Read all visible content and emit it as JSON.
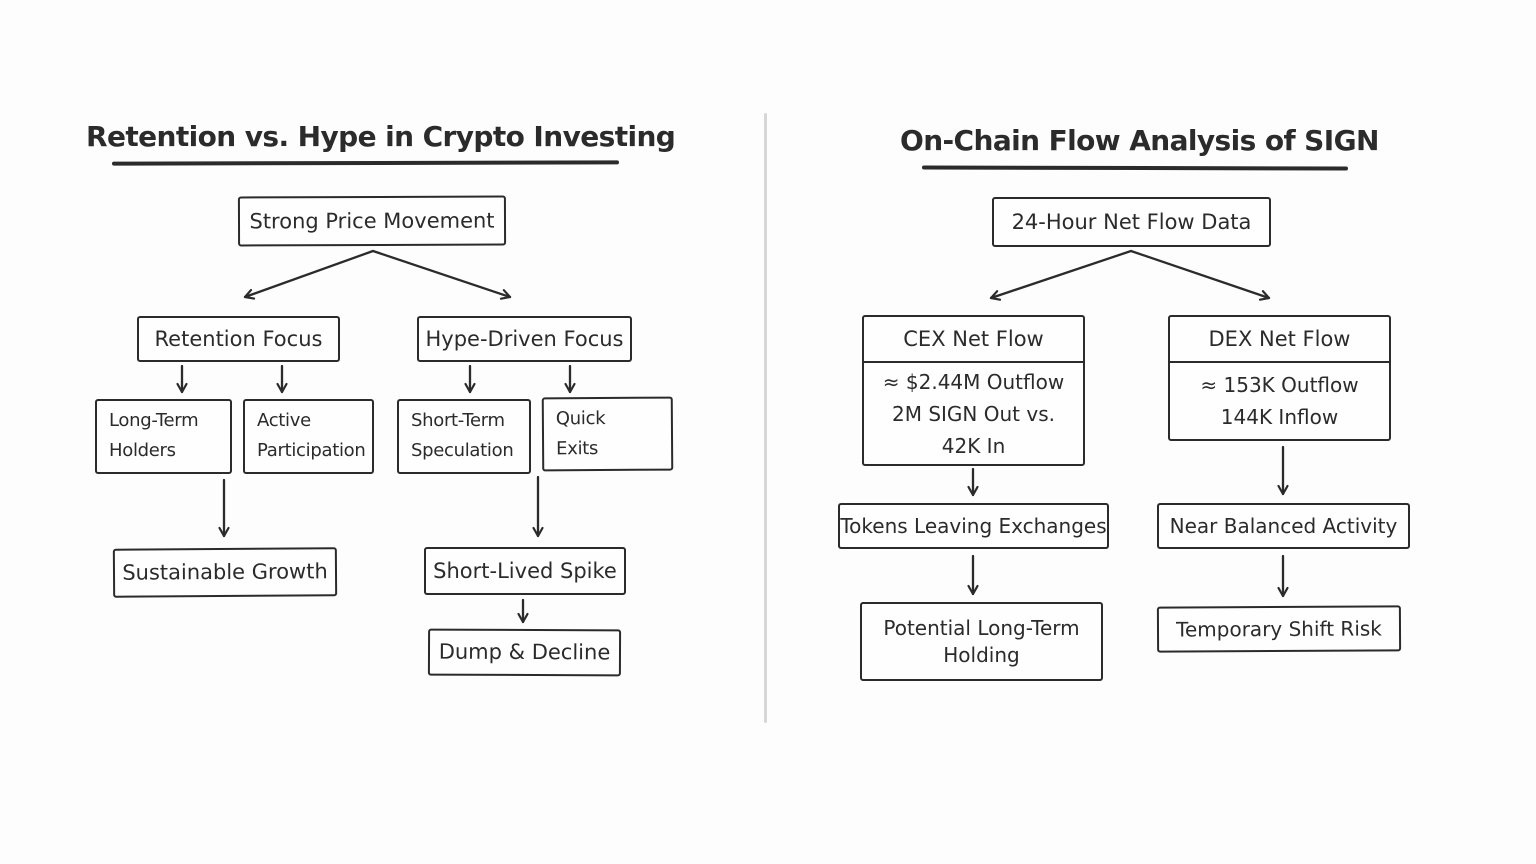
{
  "colors": {
    "ink": "#2b2b2b",
    "background": "#fdfdfd",
    "divider": "#d6d6d6"
  },
  "left_diagram": {
    "title": "Retention vs. Hype in Crypto Investing",
    "nodes": {
      "root": "Strong Price Movement",
      "retention": "Retention Focus",
      "hype": "Hype-Driven Focus",
      "long_term": "Long-Term\nHolders",
      "active": "Active\nParticipation",
      "speculation": "Short-Term\nSpeculation",
      "quick": "Quick\nExits",
      "growth": "Sustainable Growth",
      "spike": "Short-Lived Spike",
      "dump": "Dump & Decline"
    }
  },
  "right_diagram": {
    "title": "On-Chain Flow Analysis of SIGN",
    "nodes": {
      "root": "24-Hour Net Flow Data",
      "cex_header": "CEX Net Flow",
      "cex_line1": "≈ $2.44M Outflow",
      "cex_line2": "2M SIGN Out vs.",
      "cex_line3": "42K In",
      "dex_header": "DEX Net Flow",
      "dex_line1": "≈ 153K Outflow",
      "dex_line2": "144K Inflow",
      "cex_step": "Tokens Leaving Exchanges",
      "cex_outcome": "Potential Long-Term\nHolding",
      "dex_step": "Near Balanced Activity",
      "dex_outcome": "Temporary Shift Risk"
    }
  }
}
